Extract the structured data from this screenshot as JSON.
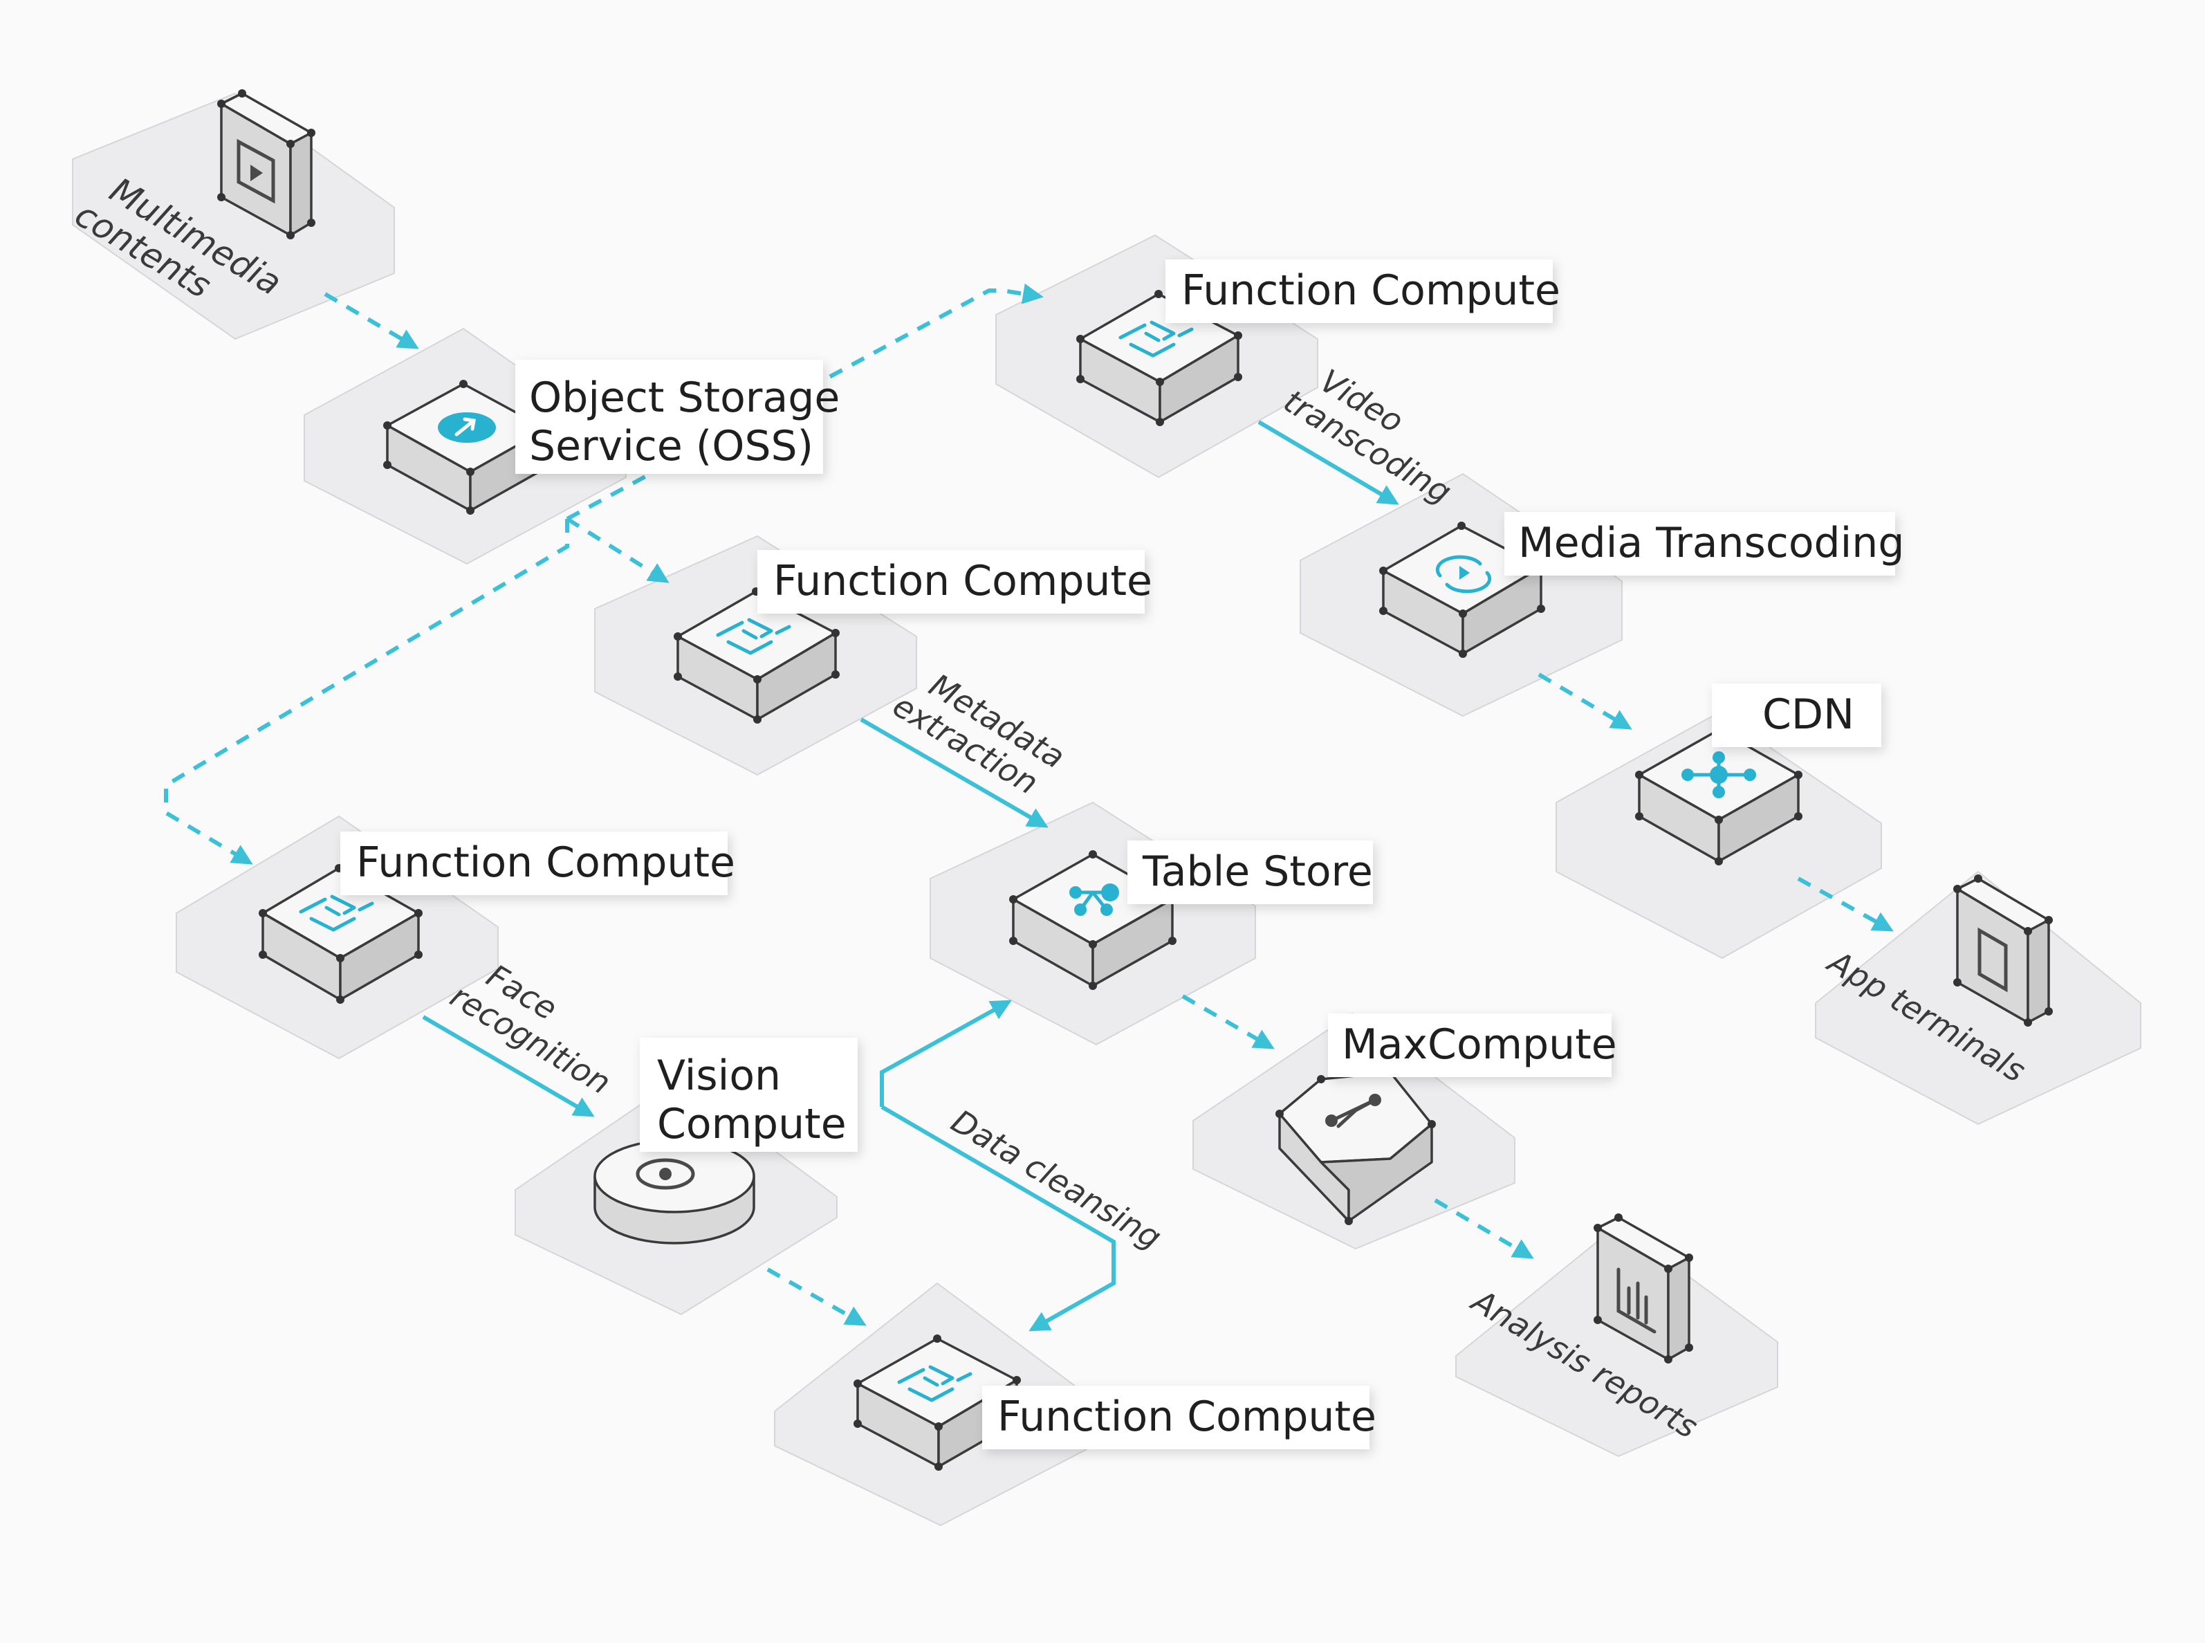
{
  "nodes": {
    "multimedia": {
      "label": "Multimedia\ncontents"
    },
    "oss": {
      "label_line1": "Object Storage",
      "label_line2": "Service (OSS)"
    },
    "fc_top": {
      "label": "Function Compute"
    },
    "fc_mid": {
      "label": "Function Compute"
    },
    "fc_left": {
      "label": "Function Compute"
    },
    "fc_bottom": {
      "label": "Function Compute"
    },
    "media_transcoding": {
      "label": "Media Transcoding"
    },
    "cdn": {
      "label": "CDN"
    },
    "app_terminals": {
      "label": "App terminals"
    },
    "table_store": {
      "label": "Table Store"
    },
    "maxcompute": {
      "label": "MaxCompute"
    },
    "analysis_reports": {
      "label": "Analysis reports"
    },
    "vision_compute": {
      "label_line1": "Vision",
      "label_line2": "Compute"
    }
  },
  "edges": {
    "video_transcoding": {
      "line1": "Video",
      "line2": "transcoding"
    },
    "metadata_extraction": {
      "line1": "Metadata",
      "line2": "extraction"
    },
    "face_recognition": {
      "line1": "Face",
      "line2": "recognition"
    },
    "data_cleansing": {
      "label": "Data cleansing"
    }
  },
  "icons": {
    "multimedia": "video-file-icon",
    "oss": "upload-cloud-icon",
    "function_compute": "function-compute-icon",
    "media_transcoding": "transcode-cycle-icon",
    "cdn": "network-hub-icon",
    "app_terminals": "smartphone-icon",
    "table_store": "table-store-icon",
    "maxcompute": "maxcompute-graph-icon",
    "analysis_reports": "bar-chart-icon",
    "vision_compute": "eye-icon"
  },
  "colors": {
    "accent": "#3cc0d8",
    "hexagon": "#ececee",
    "box": "#d9d9d9"
  }
}
